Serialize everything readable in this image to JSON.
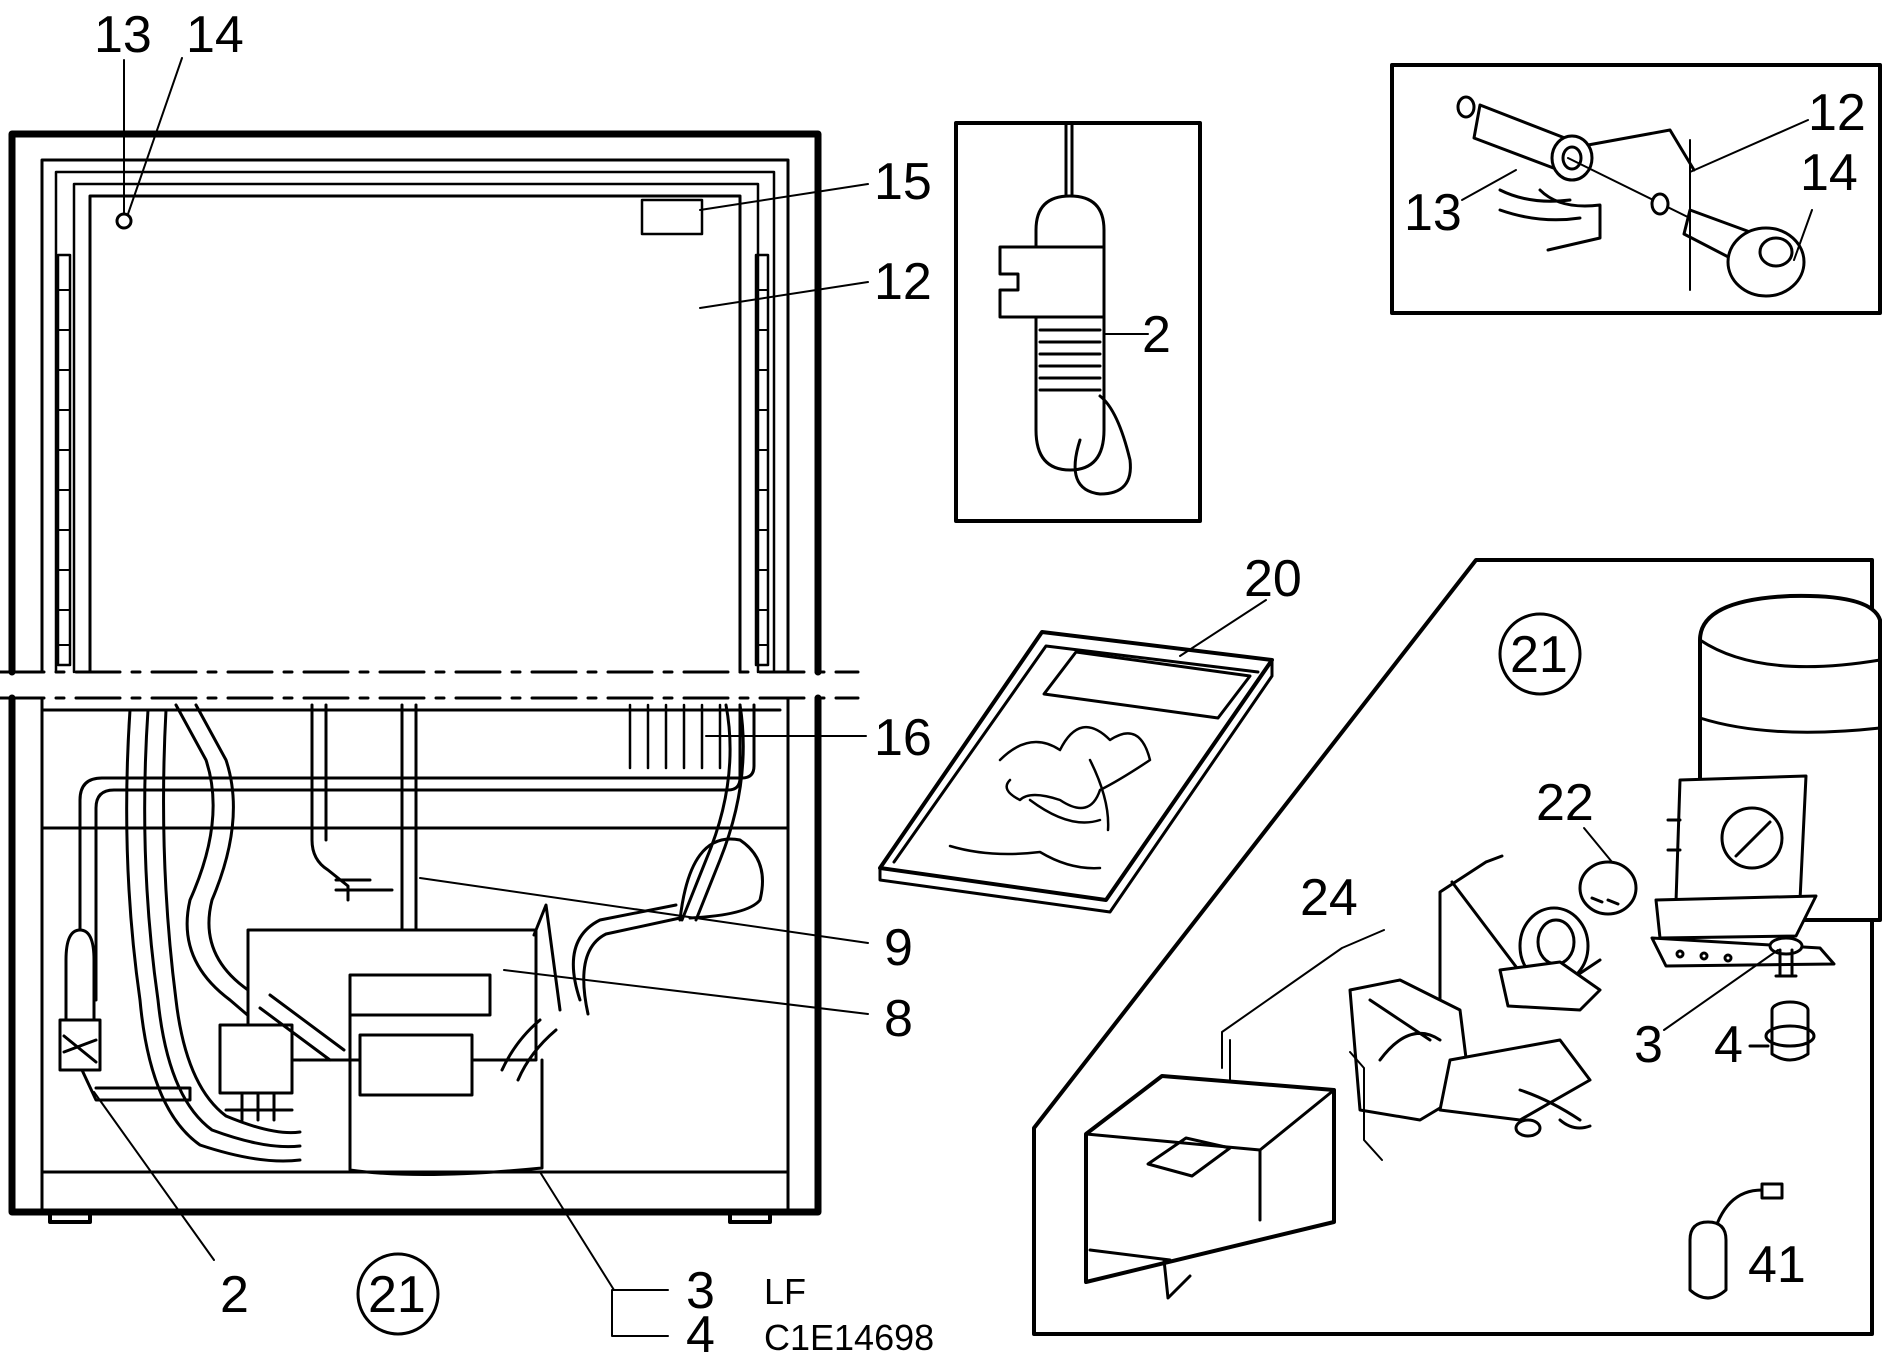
{
  "callouts": {
    "main_13": "13",
    "main_14": "14",
    "main_15": "15",
    "main_12": "12",
    "main_16": "16",
    "main_9": "9",
    "main_8": "8",
    "main_2": "2",
    "main_21": "21",
    "main_3": "3",
    "main_4": "4",
    "probe_2": "2",
    "inset_12": "12",
    "inset_13": "13",
    "inset_14": "14",
    "panel_20": "20",
    "comp_21": "21",
    "comp_22": "22",
    "comp_24": "24",
    "comp_3": "3",
    "comp_4": "4",
    "comp_41": "41"
  },
  "notes": {
    "variant": "LF",
    "drawing_code": "C1E14698"
  }
}
